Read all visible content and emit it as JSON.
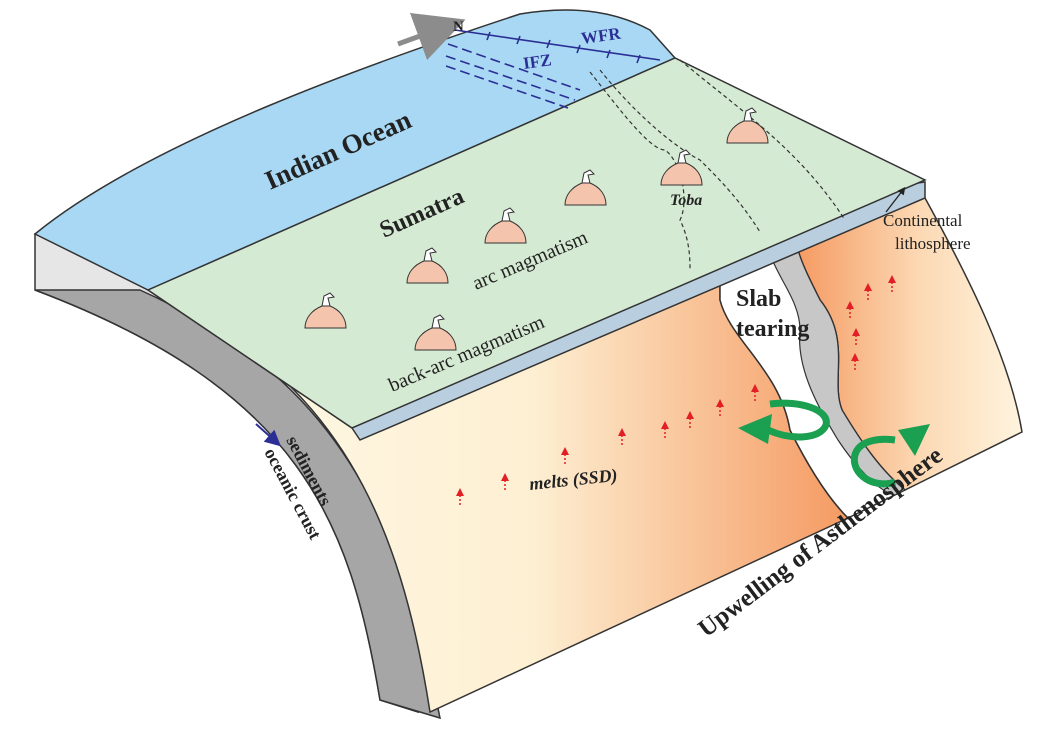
{
  "labels": {
    "north": "N",
    "wfr": "WFR",
    "ifz": "IFZ",
    "indian_ocean": "Indian Ocean",
    "sumatra": "Sumatra",
    "arc_magmatism": "arc magmatism",
    "back_arc_magmatism": "back-arc magmatism",
    "toba": "Toba",
    "continental_lithosphere_line1": "Continental",
    "continental_lithosphere_line2": "lithosphere",
    "slab_tearing_line1": "Slab",
    "slab_tearing_line2": "tearing",
    "sediments": "sediments",
    "oceanic_crust": "oceanic crust",
    "melts": "melts (SSD)",
    "upwelling": "Upwelling of Asthenosphere"
  },
  "colors": {
    "ocean": "#a8d8f4",
    "land": "#d5ead3",
    "land_edge": "#b9cfe0",
    "sediment": "#e8e8e8",
    "crust": "#a9a9a9",
    "slab_light": "#fff9e6",
    "slab_dark": "#f5a06a",
    "volcano": "#f4c4ac",
    "melt_arrow": "#e31e24",
    "upwelling_arrow": "#1aa050",
    "fault_line": "#2b2f95",
    "dir_arrow": "#8c8c8c"
  },
  "icons": {
    "volcano": "volcano-icon",
    "melt": "melt-arrow-icon",
    "north": "north-arrow-icon",
    "upwelling": "upwelling-arrow-icon"
  }
}
